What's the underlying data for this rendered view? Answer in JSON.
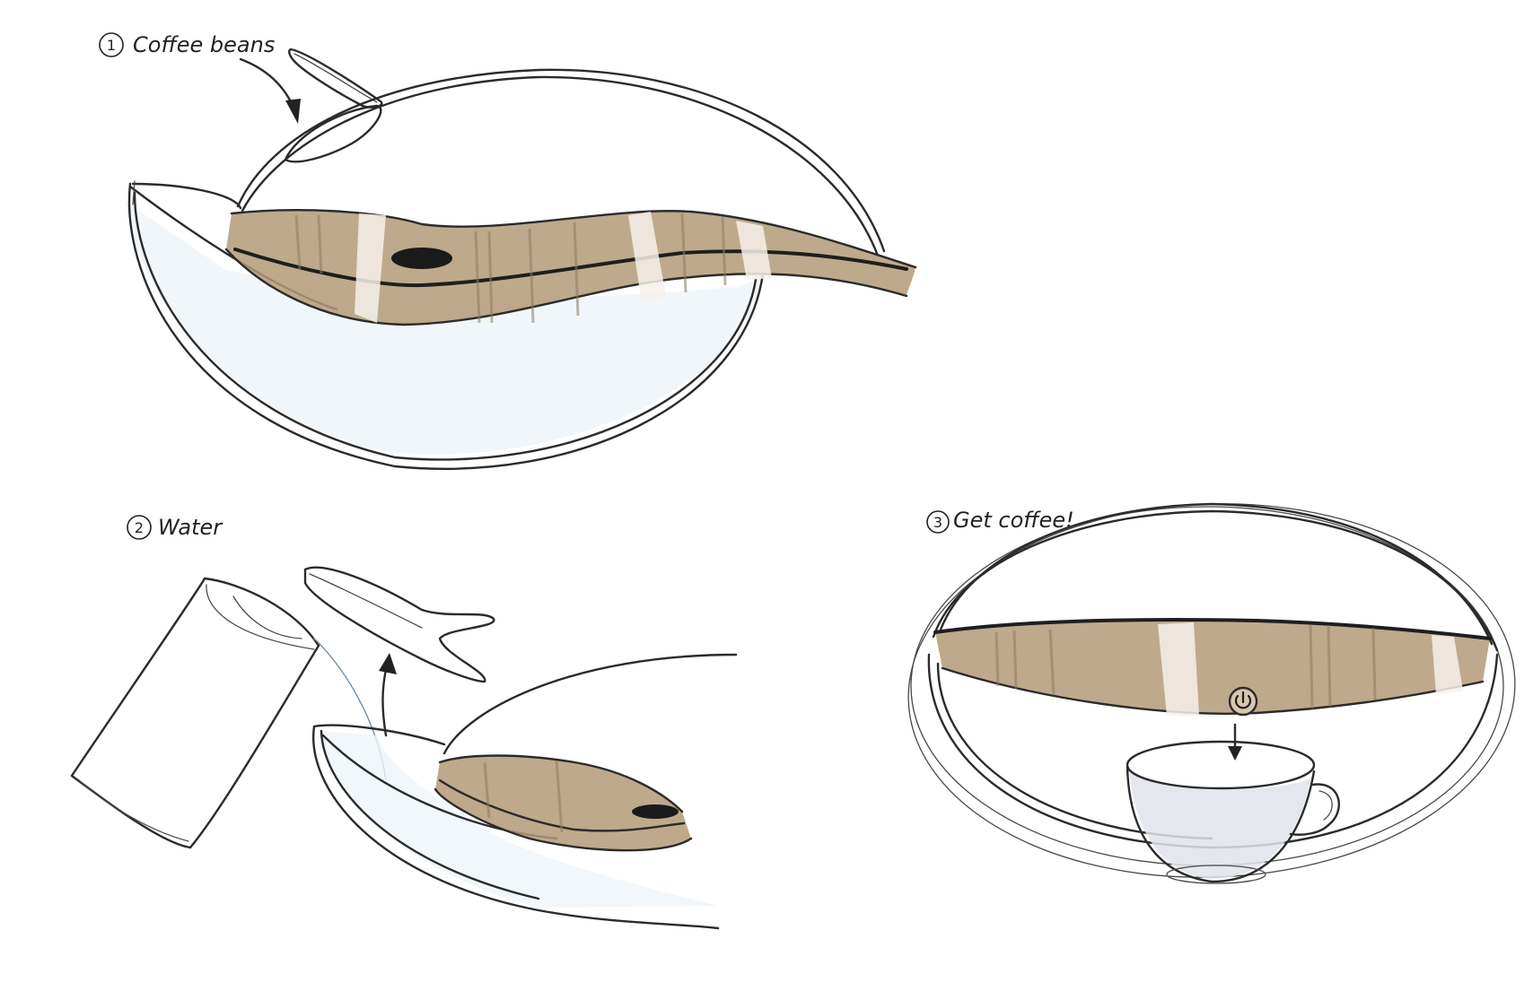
{
  "steps": [
    {
      "number": "1",
      "label": "Coffee beans"
    },
    {
      "number": "2",
      "label": "Water"
    },
    {
      "number": "3",
      "label": "Get coffee!"
    }
  ],
  "colors": {
    "ink": "#2b2b2b",
    "wood": "#b49a78",
    "wood_dark": "#8f7a5e",
    "water_tint": "#e6f0f6",
    "cup_shade": "#dfe3ea"
  },
  "icons": [
    "power-icon",
    "arrow-icon"
  ]
}
